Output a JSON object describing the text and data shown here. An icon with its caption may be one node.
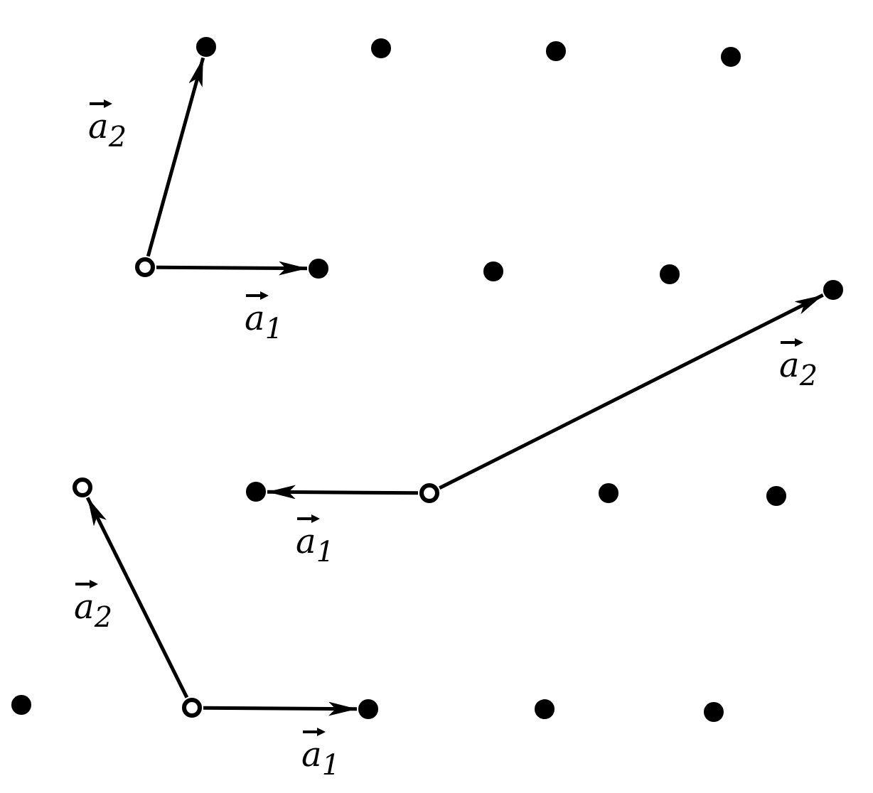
{
  "diagram": {
    "nodes": [
      {
        "text": [],
        "shape": "circle"
      },
      {
        "text": [],
        "shape": "circle"
      },
      {
        "text": [],
        "shape": "circle"
      },
      {
        "text": [],
        "shape": "circle"
      },
      {
        "text": [],
        "shape": "circle"
      },
      {
        "text": [],
        "shape": "circle"
      },
      {
        "text": [],
        "shape": "circle"
      },
      {
        "text": [],
        "shape": "circle"
      },
      {
        "text": [],
        "shape": "circle"
      },
      {
        "text": [],
        "shape": "circle"
      },
      {
        "text": [],
        "shape": "circle"
      },
      {
        "text": [],
        "shape": "circle"
      },
      {
        "text": [],
        "shape": "circle"
      },
      {
        "text": [],
        "shape": "circle"
      },
      {
        "text": [],
        "shape": "circle"
      },
      {
        "text": [],
        "shape": "circle"
      },
      {
        "text": [],
        "shape": "circle"
      },
      {
        "text": [],
        "shape": "circle"
      },
      {
        "text": [],
        "shape": "circle"
      }
    ],
    "edges": [
      {
        "from": 4,
        "to": 0,
        "arrow": "to",
        "label": "a$_{2}$"
      },
      {
        "from": 4,
        "to": 5,
        "arrow": "to",
        "label": "a$_{1}$"
      },
      {
        "from": 11,
        "to": 10,
        "arrow": "to",
        "label": "a$_{1}$"
      },
      {
        "from": 11,
        "to": 8,
        "arrow": "to",
        "label": "a$_{2}$"
      },
      {
        "from": 15,
        "to": 9,
        "arrow": "to",
        "label": "a$_{2}$"
      },
      {
        "from": 15,
        "to": 16,
        "arrow": "to",
        "label": "a$_{1}$"
      }
    ]
  }
}
